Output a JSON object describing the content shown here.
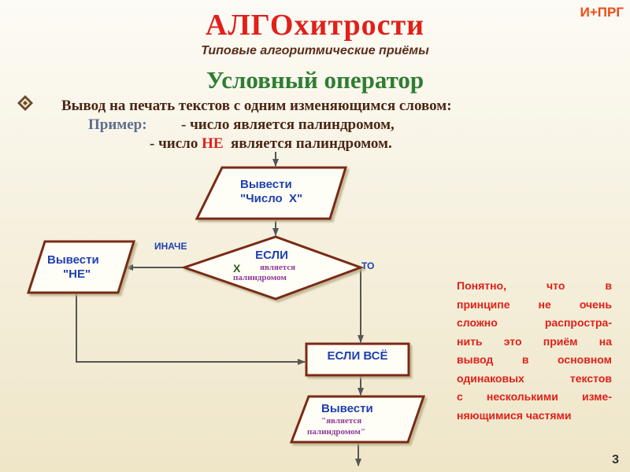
{
  "header": {
    "title": "АЛГОхитрости",
    "badge": "И+ПРГ",
    "subtitle": "Типовые алгоритмические приёмы",
    "section": "Условный оператор"
  },
  "intro": {
    "bullet_icon": "ornament-diamond-icon",
    "line1": "Вывод на печать текстов с одним изменяющимся словом:",
    "example_label": "Пример:",
    "line2": "- число является палиндромом,",
    "line3_pre": "- число ",
    "line3_highlight": "НЕ",
    "line3_post": "  является палиндромом."
  },
  "flowchart": {
    "output1": {
      "line1": "Вывести",
      "line2": "\"Число  Х\""
    },
    "condition": {
      "if": "ЕСЛИ",
      "x": "Х",
      "is": "является",
      "palindrome": "палиндромом"
    },
    "else_label": "ИНАЧЕ",
    "then_label": "ТО",
    "output2": {
      "line1": "Вывести",
      "line2": "\"НЕ\""
    },
    "endif": "ЕСЛИ ВСЁ",
    "output3": {
      "line1": "Вывести",
      "line2": "\"является",
      "line3": "палиндромом\""
    }
  },
  "note": {
    "lines": [
      [
        "Понятно,",
        "что",
        "в"
      ],
      [
        "принципе",
        "не",
        "очень"
      ],
      [
        "сложно",
        "распростра-"
      ],
      [
        "нить",
        "это",
        "приём",
        "на"
      ],
      [
        "вывод",
        "в",
        "основном"
      ],
      [
        "одинаковых",
        "текстов"
      ],
      [
        "с",
        "несколькими",
        "изме-"
      ],
      [
        "няющимися",
        "частями"
      ]
    ]
  },
  "page_number": "3",
  "colors": {
    "title": "#e0201a",
    "section": "#2e7d32",
    "shape_stroke": "#7a2a14",
    "shape_text": "#1f3fb0",
    "accent_text": "#8e3a9a",
    "note": "#e0201a"
  }
}
